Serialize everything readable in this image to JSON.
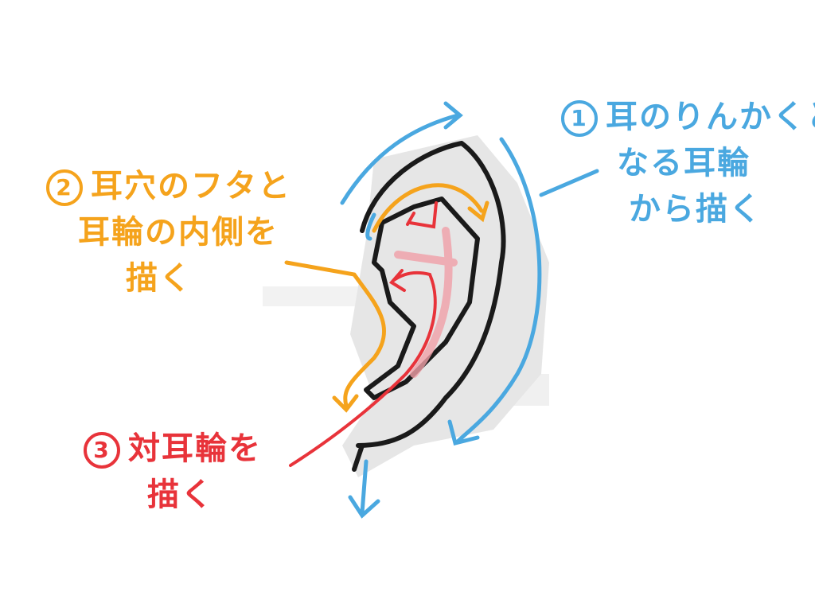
{
  "colors": {
    "step1": "#4aa8e0",
    "step2": "#f5a31c",
    "step3": "#e8333a",
    "outline": "#1a1a1a",
    "shade": "#d8d8d8",
    "pink": "#f0a0a8"
  },
  "step1": {
    "number": "1",
    "line1": "耳のりんかくと",
    "line2": "なる耳輪",
    "line3": "から描く"
  },
  "step2": {
    "number": "2",
    "line1": "耳穴のフタと",
    "line2": "耳輪の内側を",
    "line3": "描く"
  },
  "step3": {
    "number": "3",
    "line1": "対耳輪を",
    "line2": "描く"
  }
}
